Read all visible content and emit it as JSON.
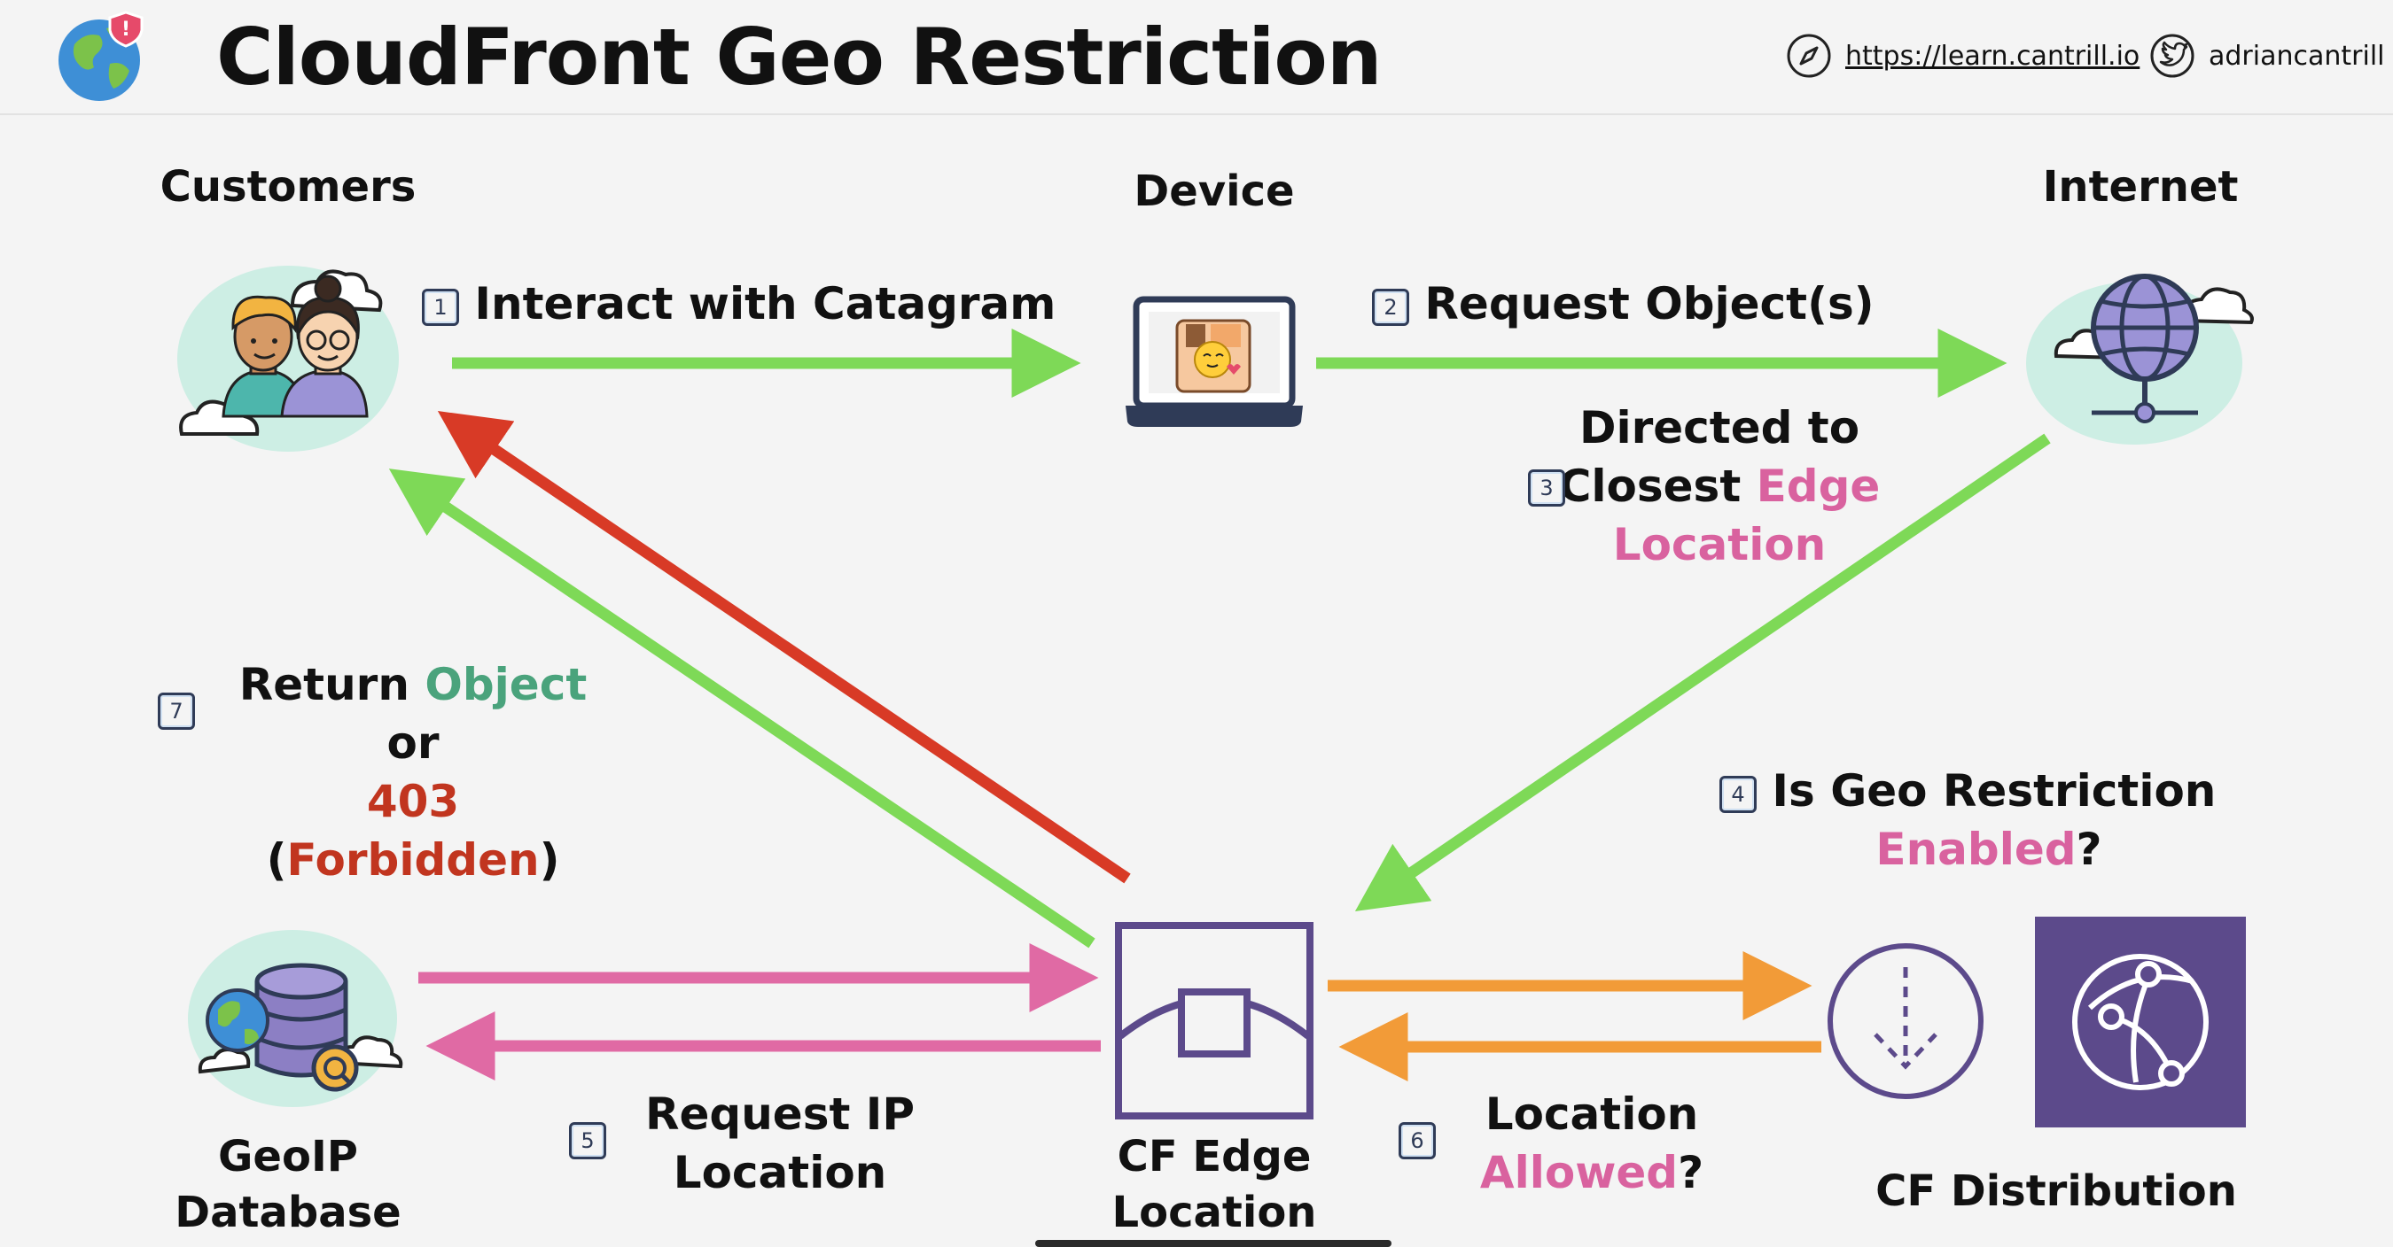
{
  "header": {
    "title": "CloudFront Geo Restriction",
    "website": "https://learn.cantrill.io",
    "twitter": "adriancantrill"
  },
  "nodes": {
    "customers": "Customers",
    "device": "Device",
    "internet": "Internet",
    "geoip_line1": "GeoIP",
    "geoip_line2": "Database",
    "edge_line1": "CF Edge",
    "edge_line2": "Location",
    "distribution": "CF Distribution"
  },
  "steps": {
    "s1": {
      "num": "1",
      "text": "Interact with Catagram"
    },
    "s2": {
      "num": "2",
      "text": "Request Object(s)"
    },
    "s3": {
      "num": "3",
      "line1": "Directed to",
      "line2a": "Closest ",
      "line2b": "Edge",
      "line3": "Location"
    },
    "s4": {
      "num": "4",
      "line1": "Is Geo Restriction",
      "line2a": "Enabled",
      "line2b": "?"
    },
    "s5": {
      "num": "5",
      "line1": "Request IP",
      "line2": "Location"
    },
    "s6": {
      "num": "6",
      "line1": "Location",
      "line2a": "Allowed",
      "line2b": "?"
    },
    "s7": {
      "num": "7",
      "a": "Return ",
      "b": "Object",
      "c": " or",
      "d": "403",
      "e": " (",
      "f": "Forbidden",
      "g": ")"
    }
  },
  "colors": {
    "green_arrow": "#7ed957",
    "red_arrow": "#d83a26",
    "pink_arrow": "#e06aa4",
    "orange_arrow": "#f29b38",
    "aws_purple": "#5c4a8b",
    "highlight_pink": "#d9629f",
    "highlight_green": "#4aa37c",
    "highlight_red": "#c1351f"
  },
  "icons": [
    "globe-logo-icon",
    "compass-icon",
    "twitter-icon",
    "customers-icon",
    "laptop-icon",
    "internet-globe-icon",
    "database-icon",
    "cf-edge-location-icon",
    "cf-download-icon",
    "cf-distribution-icon"
  ]
}
